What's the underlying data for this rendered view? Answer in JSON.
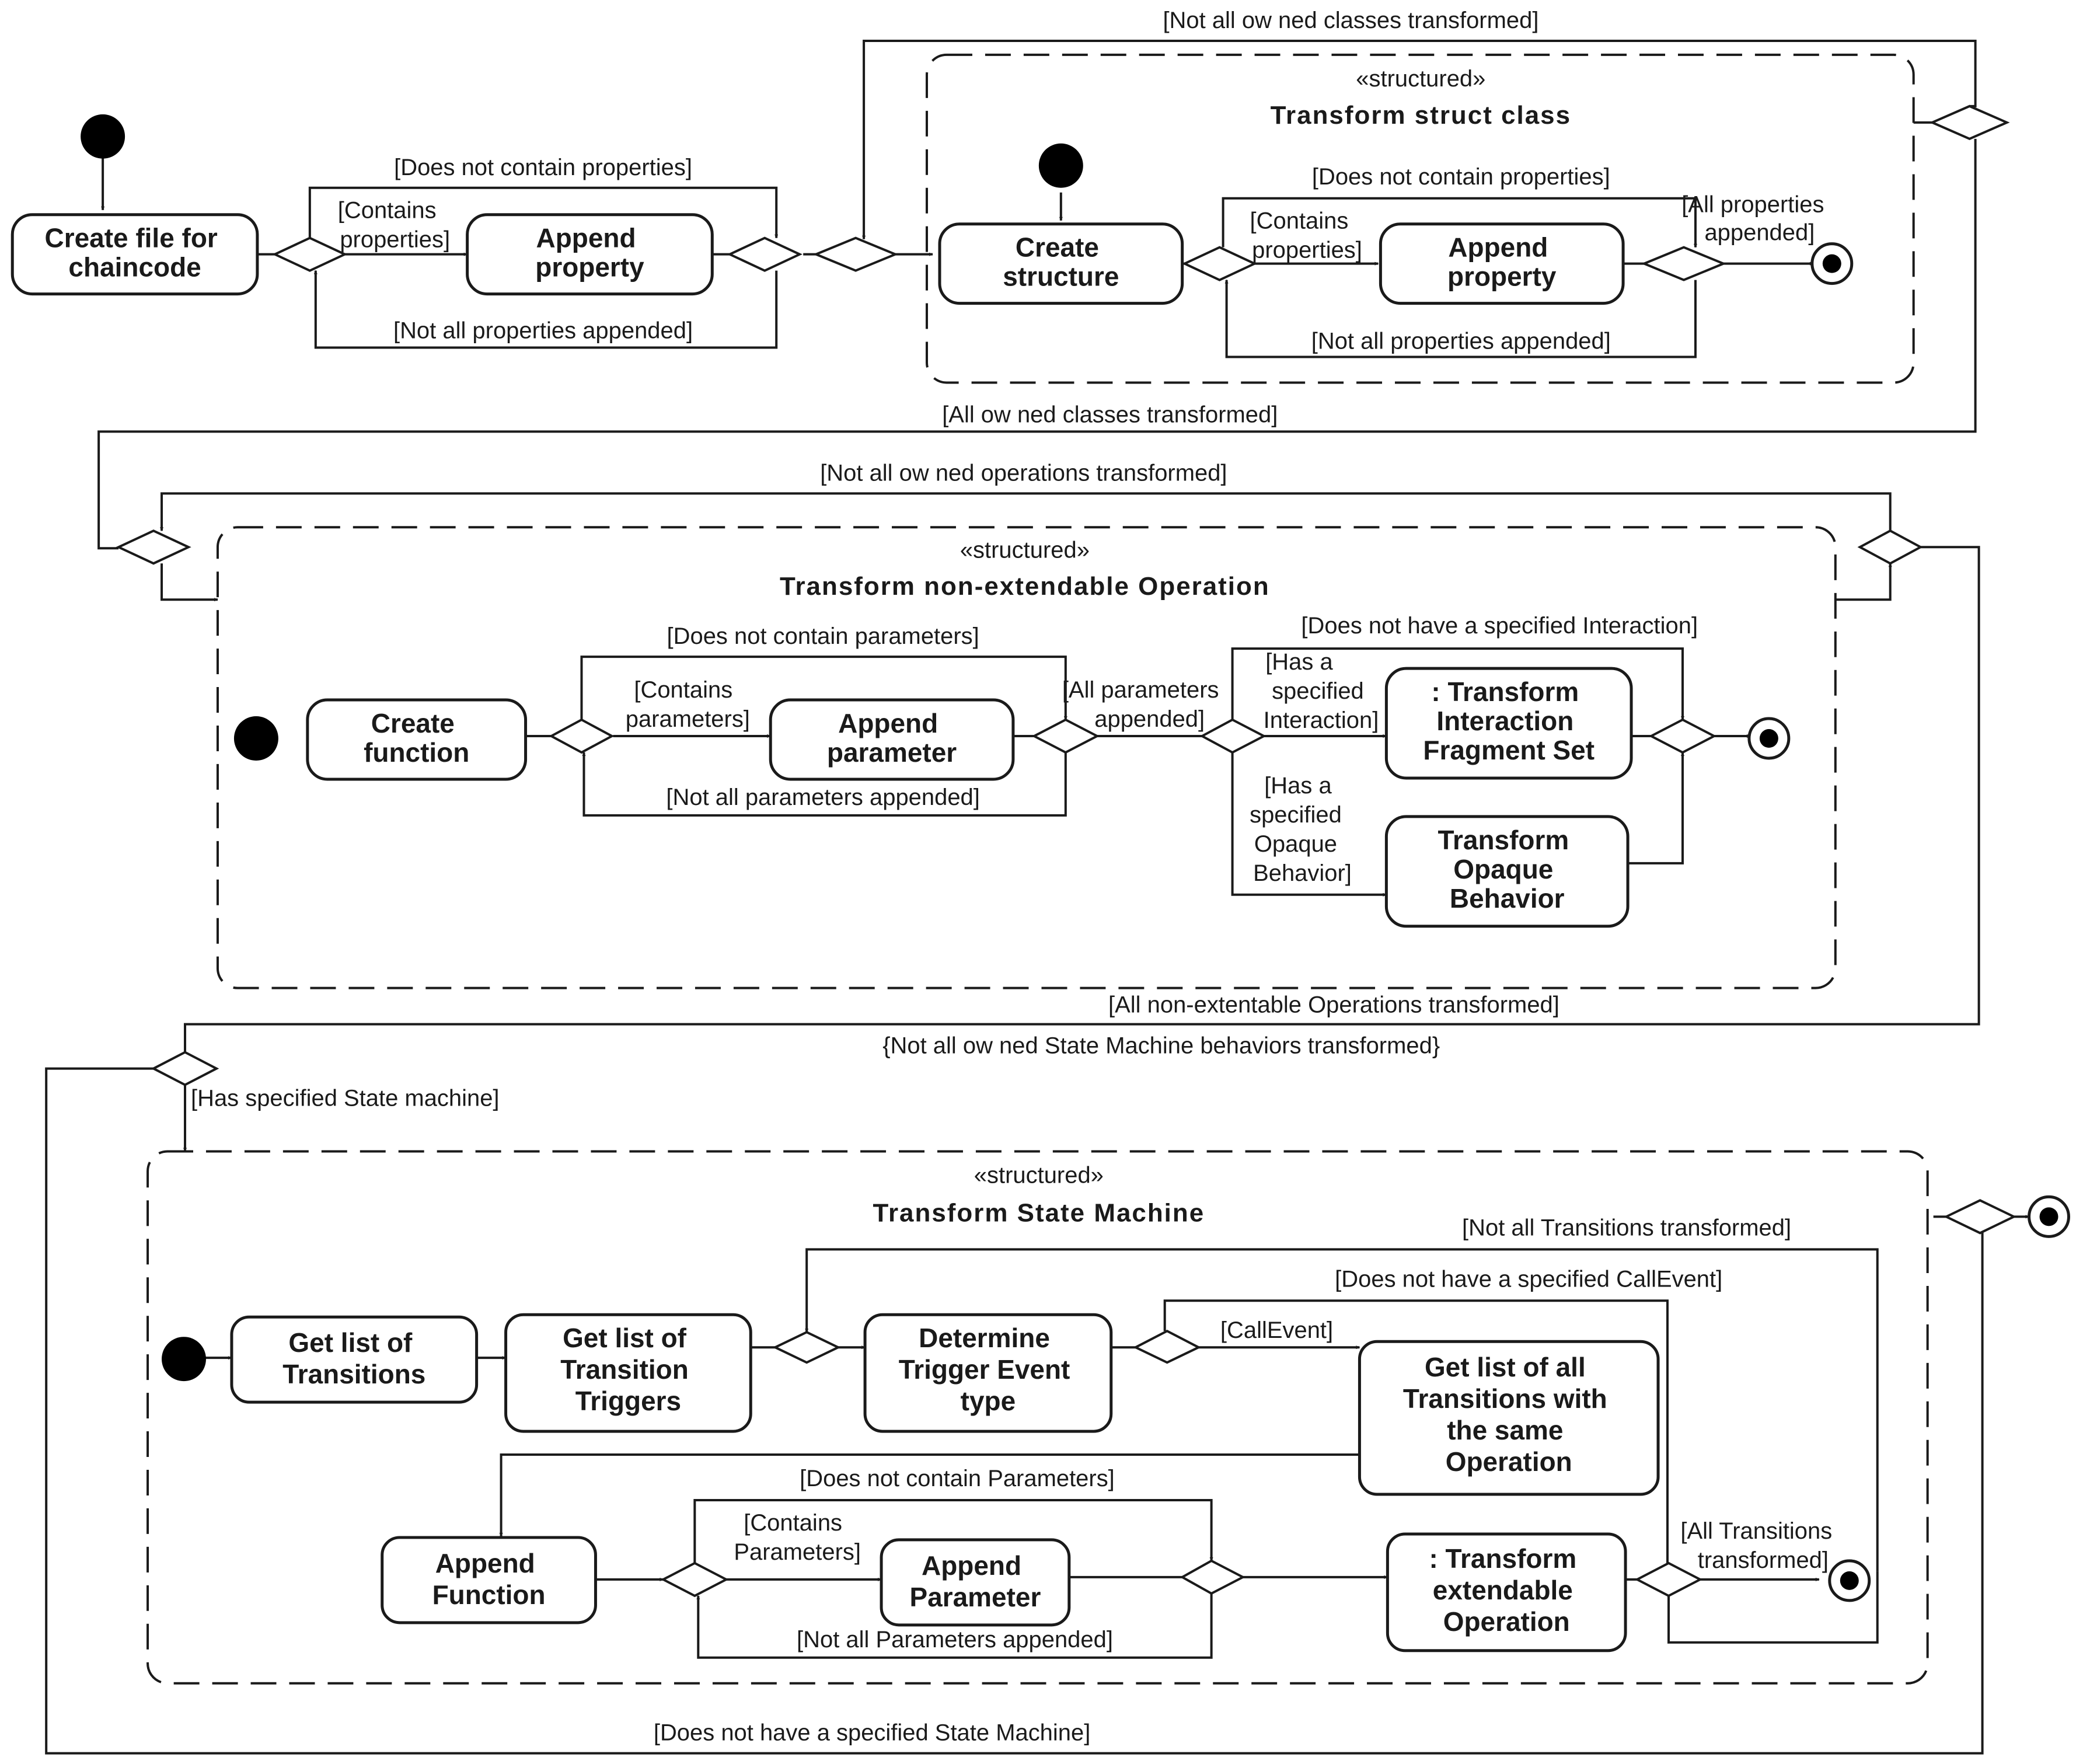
{
  "actions": {
    "create_file": [
      "Create file for",
      "chaincode"
    ],
    "append_property_1": [
      "Append",
      "property"
    ],
    "create_structure": [
      "Create",
      "structure"
    ],
    "append_property_2": [
      "Append",
      "property"
    ],
    "create_function": [
      "Create",
      "function"
    ],
    "append_parameter": [
      "Append",
      "parameter"
    ],
    "transform_interaction": [
      ": Transform",
      "Interaction",
      "Fragment Set"
    ],
    "transform_opaque": [
      "Transform",
      "Opaque",
      "Behavior"
    ],
    "get_transitions": [
      "Get list of",
      "Transitions"
    ],
    "get_triggers": [
      "Get list of",
      "Transition",
      "Triggers"
    ],
    "determine_trigger": [
      "Determine",
      "Trigger Event",
      "type"
    ],
    "get_same_operation": [
      "Get list of all",
      "Transitions with",
      "the same",
      "Operation"
    ],
    "append_function": [
      "Append",
      "Function"
    ],
    "append_parameter_sm": [
      "Append",
      "Parameter"
    ],
    "transform_extendable": [
      ": Transform",
      "extendable",
      "Operation"
    ]
  },
  "regions": {
    "struct": {
      "stereotype": "«structured»",
      "title": "Transform struct class"
    },
    "operation": {
      "stereotype": "«structured»",
      "title": "Transform non-extendable Operation"
    },
    "state_machine": {
      "stereotype": "«structured»",
      "title": "Transform State Machine"
    }
  },
  "guards": {
    "not_all_owned_classes": "[Not all ow ned classes transformed]",
    "does_not_contain_props_1": "[Does not contain properties]",
    "contains_props_1": [
      "[Contains",
      "properties]"
    ],
    "not_all_props_1": "[Not all properties appended]",
    "does_not_contain_props_2": "[Does not contain properties]",
    "contains_props_2": [
      "[Contains",
      "properties]"
    ],
    "all_props_2": [
      "[All properties",
      "appended]"
    ],
    "not_all_props_2": "[Not all properties appended]",
    "all_owned_classes": "[All ow ned classes transformed]",
    "not_all_owned_ops": "[Not all ow ned operations transformed]",
    "does_not_contain_params": "[Does not contain parameters]",
    "contains_params": [
      "[Contains",
      "parameters]"
    ],
    "not_all_params": "[Not all parameters appended]",
    "all_params": [
      "[All parameters",
      "appended]"
    ],
    "no_interaction": "[Does not have a specified Interaction]",
    "has_interaction": [
      "[Has a",
      "specified",
      "Interaction]"
    ],
    "has_opaque": [
      "[Has a",
      "specified",
      "Opaque",
      "Behavior]"
    ],
    "all_non_ext_ops": "[All non-extentable Operations transformed]",
    "not_all_sm": "{Not all ow ned State Machine behaviors transformed}",
    "has_sm": "[Has specified State machine]",
    "not_all_transitions": "[Not all Transitions transformed]",
    "no_callevent": "[Does not have a specified CallEvent]",
    "callevent": "[CallEvent]",
    "does_not_contain_Params": "[Does not contain Parameters]",
    "contains_Params": [
      "[Contains",
      "Parameters]"
    ],
    "not_all_Params": "[Not all Parameters appended]",
    "all_transitions": [
      "[All Transitions",
      "transformed]"
    ],
    "no_sm": "[Does not have a specified State Machine]"
  }
}
